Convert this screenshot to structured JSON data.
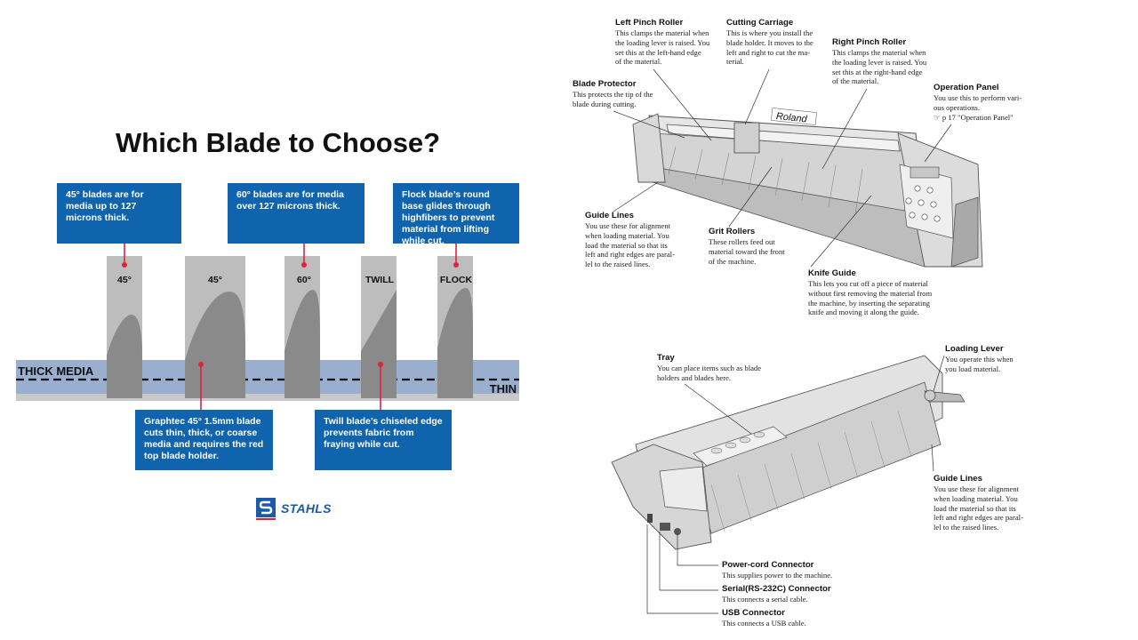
{
  "left": {
    "title": "Which Blade to Choose?",
    "boxes": {
      "b45": "45° blades are for media up to 127 microns thick.",
      "b60": "60° blades are for media over 127 microns thick.",
      "flock": "Flock blade’s round base glides through highfibers to prevent material from lifting while cut.",
      "graphtec": "Graphtec 45° 1.5mm blade cuts thin, thick, or coarse media and requires the red top blade holder.",
      "twill": "Twill blade’s chiseled edge prevents fabric from fraying while cut."
    },
    "blades": [
      "45°",
      "45°",
      "60°",
      "TWILL",
      "FLOCK"
    ],
    "media": {
      "thick": "THICK MEDIA",
      "thin": "THIN"
    },
    "logo": "STAHLS",
    "colors": {
      "box_blue": "#1064ad",
      "band_blue": "#9aaed0",
      "marker_red": "#e0233b"
    }
  },
  "right_top": {
    "machine_brand": "Roland",
    "left_pinch_roller": {
      "title": "Left Pinch Roller",
      "lines": [
        "This clamps the material when",
        "the loading lever is raised. You",
        "set this at the left-hand edge",
        "of the material."
      ]
    },
    "cutting_carriage": {
      "title": "Cutting Carriage",
      "lines": [
        "This is where you install the",
        "blade holder. It moves to the",
        "left and right to cut the ma-",
        "terial."
      ]
    },
    "right_pinch_roller": {
      "title": "Right Pinch Roller",
      "lines": [
        "This clamps the material when",
        "the loading lever is raised. You",
        "set this at the right-hand edge",
        "of the material."
      ]
    },
    "blade_protector": {
      "title": "Blade Protector",
      "lines": [
        "This protects the tip of the",
        "blade during cutting."
      ]
    },
    "operation_panel": {
      "title": "Operation Panel",
      "lines": [
        "You use this to perform vari-",
        "ous operations.",
        "☞ p 17 \"Operation Panel\""
      ]
    },
    "guide_lines": {
      "title": "Guide Lines",
      "lines": [
        "You use these for alignment",
        "when loading material. You",
        "load the material so that its",
        "left and right edges are paral-",
        "lel to the raised lines."
      ]
    },
    "grit_rollers": {
      "title": "Grit Rollers",
      "lines": [
        "These rollers feed out",
        "material toward the front",
        "of the machine."
      ]
    },
    "knife_guide": {
      "title": "Knife Guide",
      "lines": [
        "This lets you cut off a piece of material",
        "without first removing the material from",
        "the machine, by inserting the separating",
        "knife and moving it along the guide."
      ]
    }
  },
  "right_bottom": {
    "tray": {
      "title": "Tray",
      "lines": [
        "You can place items such as blade",
        "holders and blades here."
      ]
    },
    "loading_lever": {
      "title": "Loading Lever",
      "lines": [
        "You operate this when",
        "you load material."
      ]
    },
    "guide_lines": {
      "title": "Guide Lines",
      "lines": [
        "You use these for alignment",
        "when loading material. You",
        "load the material so that its",
        "left and right edges are paral-",
        "lel to the raised lines."
      ]
    },
    "power_cord": {
      "title": "Power-cord Connector",
      "lines": [
        "This supplies power to the machine."
      ]
    },
    "serial": {
      "title": "Serial(RS-232C) Connector",
      "lines": [
        "This connects a serial cable."
      ]
    },
    "usb": {
      "title": "USB Connector",
      "lines": [
        "This connects a USB cable."
      ]
    }
  }
}
